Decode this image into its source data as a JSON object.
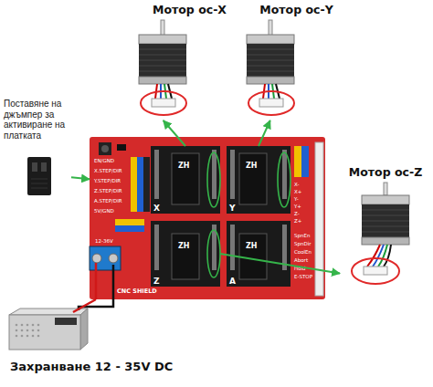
{
  "diagram": {
    "nodes": [
      {
        "text": [
          "Мотор ос-X"
        ]
      },
      {
        "text": [
          "Мотор ос-Y"
        ]
      },
      {
        "text": [
          "Поставяне на джъмпер за активиране на платката"
        ]
      },
      {
        "text": [
          "CNC SHIELD"
        ]
      },
      {
        "text": [
          "X"
        ],
        "in": 3
      },
      {
        "text": [
          "Y"
        ],
        "in": 3
      },
      {
        "text": [
          "Z"
        ],
        "in": 3
      },
      {
        "text": [
          "A"
        ],
        "in": 3
      },
      {
        "text": [
          "Мотор ос-Z"
        ]
      },
      {
        "text": [
          "Захранване 12 - 35V DC"
        ]
      }
    ],
    "edges": [
      {
        "from": 4,
        "to": 0,
        "arrow": "to"
      },
      {
        "from": 5,
        "to": 1,
        "arrow": "to"
      },
      {
        "from": 6,
        "to": 8,
        "arrow": "to"
      },
      {
        "from": 2,
        "to": 3,
        "arrow": "to"
      },
      {
        "from": 9,
        "to": 3,
        "arrow": "none"
      }
    ],
    "labels": [
      "EN/GND",
      "X.STEP/DIR",
      "Y.STEP/DIR",
      "Z.STEP/DIR",
      "A.STEP/DIR",
      "5V/GND",
      "X-",
      "X+",
      "Y-",
      "Y+",
      "Z-",
      "Z+",
      "SpnEn",
      "SpnDir",
      "CoolEn",
      "Abort",
      "Hold",
      "E-STOP",
      "12-36V",
      "ZH",
      "ZH",
      "ZH",
      "ZH"
    ]
  }
}
